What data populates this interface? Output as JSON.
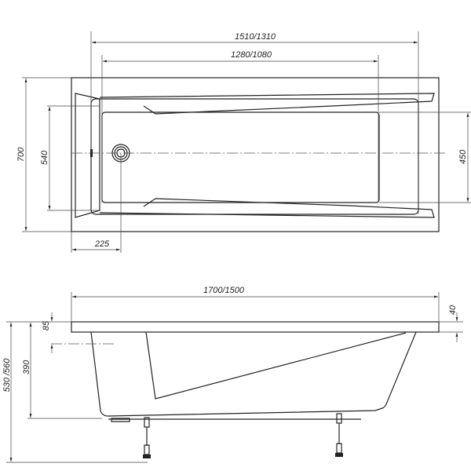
{
  "top_view": {
    "overall_inner_length": "1510/1310",
    "floor_length": "1280/1080",
    "width": "700",
    "inner_width": "540",
    "floor_width": "450",
    "drain_offset": "225"
  },
  "side_view": {
    "length": "1700/1500",
    "rim_thickness": "40",
    "total_height": "530 /560",
    "depth": "390",
    "overflow_offset": "85"
  }
}
